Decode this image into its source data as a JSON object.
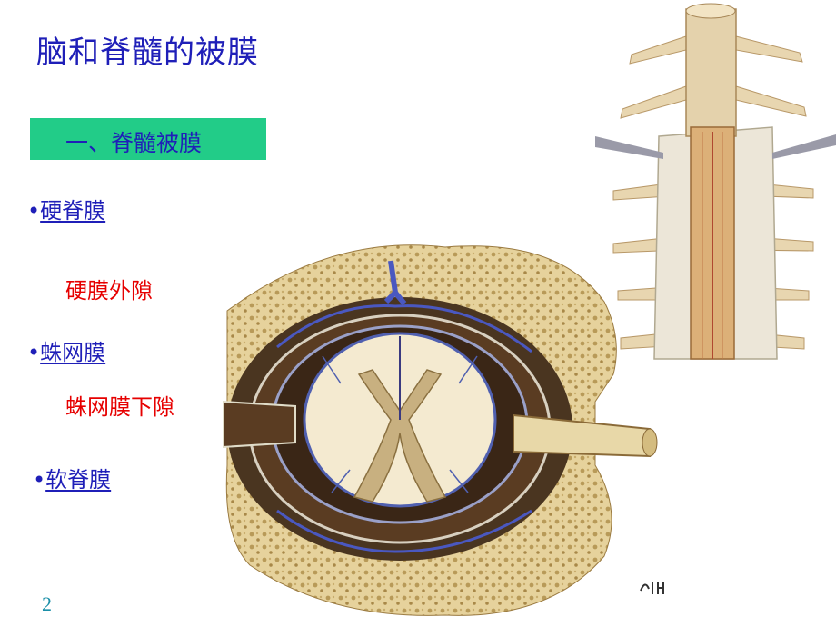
{
  "slide": {
    "title": "脑和脊髓的被膜",
    "section": "一、脊髓被膜",
    "items": [
      {
        "bullet": "•",
        "label": "硬脊膜"
      },
      {
        "sublabel": "硬膜外隙"
      },
      {
        "bullet": "•",
        "label": "蛛网膜"
      },
      {
        "sublabel": "蛛网膜下隙"
      },
      {
        "bullet": "•",
        "label": "软脊膜"
      }
    ],
    "page_number": "2"
  },
  "colors": {
    "title": "#1f1fb8",
    "section_bg": "#22cc88",
    "label_red": "#e60000",
    "page_number": "#1b8fa8"
  },
  "icons": {
    "cross_section": "spinal-cord-cross-section-illustration",
    "longitudinal": "spinal-cord-meninges-illustration"
  }
}
